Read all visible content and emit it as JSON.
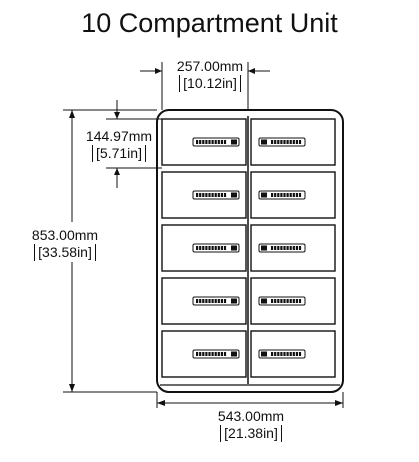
{
  "title": "10 Compartment Unit",
  "dimensions": {
    "compartment_width": {
      "mm": "257.00mm",
      "in": "[10.12in]"
    },
    "compartment_height": {
      "mm": "144.97mm",
      "in": "[5.71in]"
    },
    "total_height": {
      "mm": "853.00mm",
      "in": "[33.58in]"
    },
    "total_width": {
      "mm": "543.00mm",
      "in": "[21.38in]"
    }
  },
  "compartments": {
    "rows": 5,
    "columns": 2
  }
}
